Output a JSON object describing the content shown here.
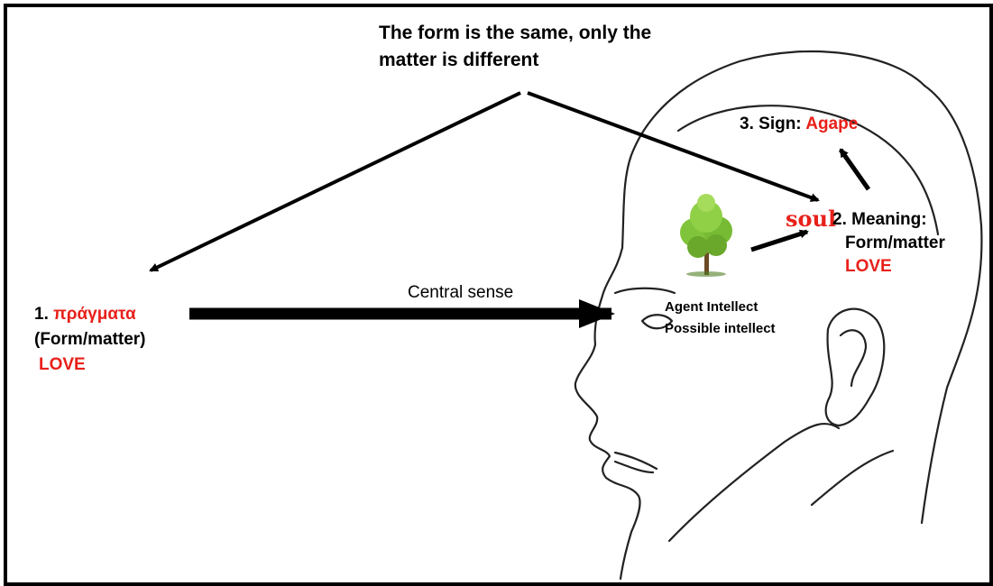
{
  "title_lines": [
    "The form is the same, only the",
    "matter is different"
  ],
  "item1": {
    "number": "1.",
    "term": "πράγματα",
    "subtitle": "(Form/matter)",
    "love": "LOVE"
  },
  "central_sense": "Central sense",
  "intellect": {
    "agent": "Agent Intellect",
    "possible": "Possible intellect"
  },
  "soul": "soul",
  "meaning": {
    "number": "2.",
    "label": "Meaning:",
    "subtitle": "Form/matter",
    "love": "LOVE"
  },
  "sign": {
    "number": "3.",
    "label": "Sign:",
    "value": "Agape"
  },
  "colors": {
    "accent_red": "#e8201a",
    "ink": "#000000",
    "tree_green": "#7fc43a"
  }
}
